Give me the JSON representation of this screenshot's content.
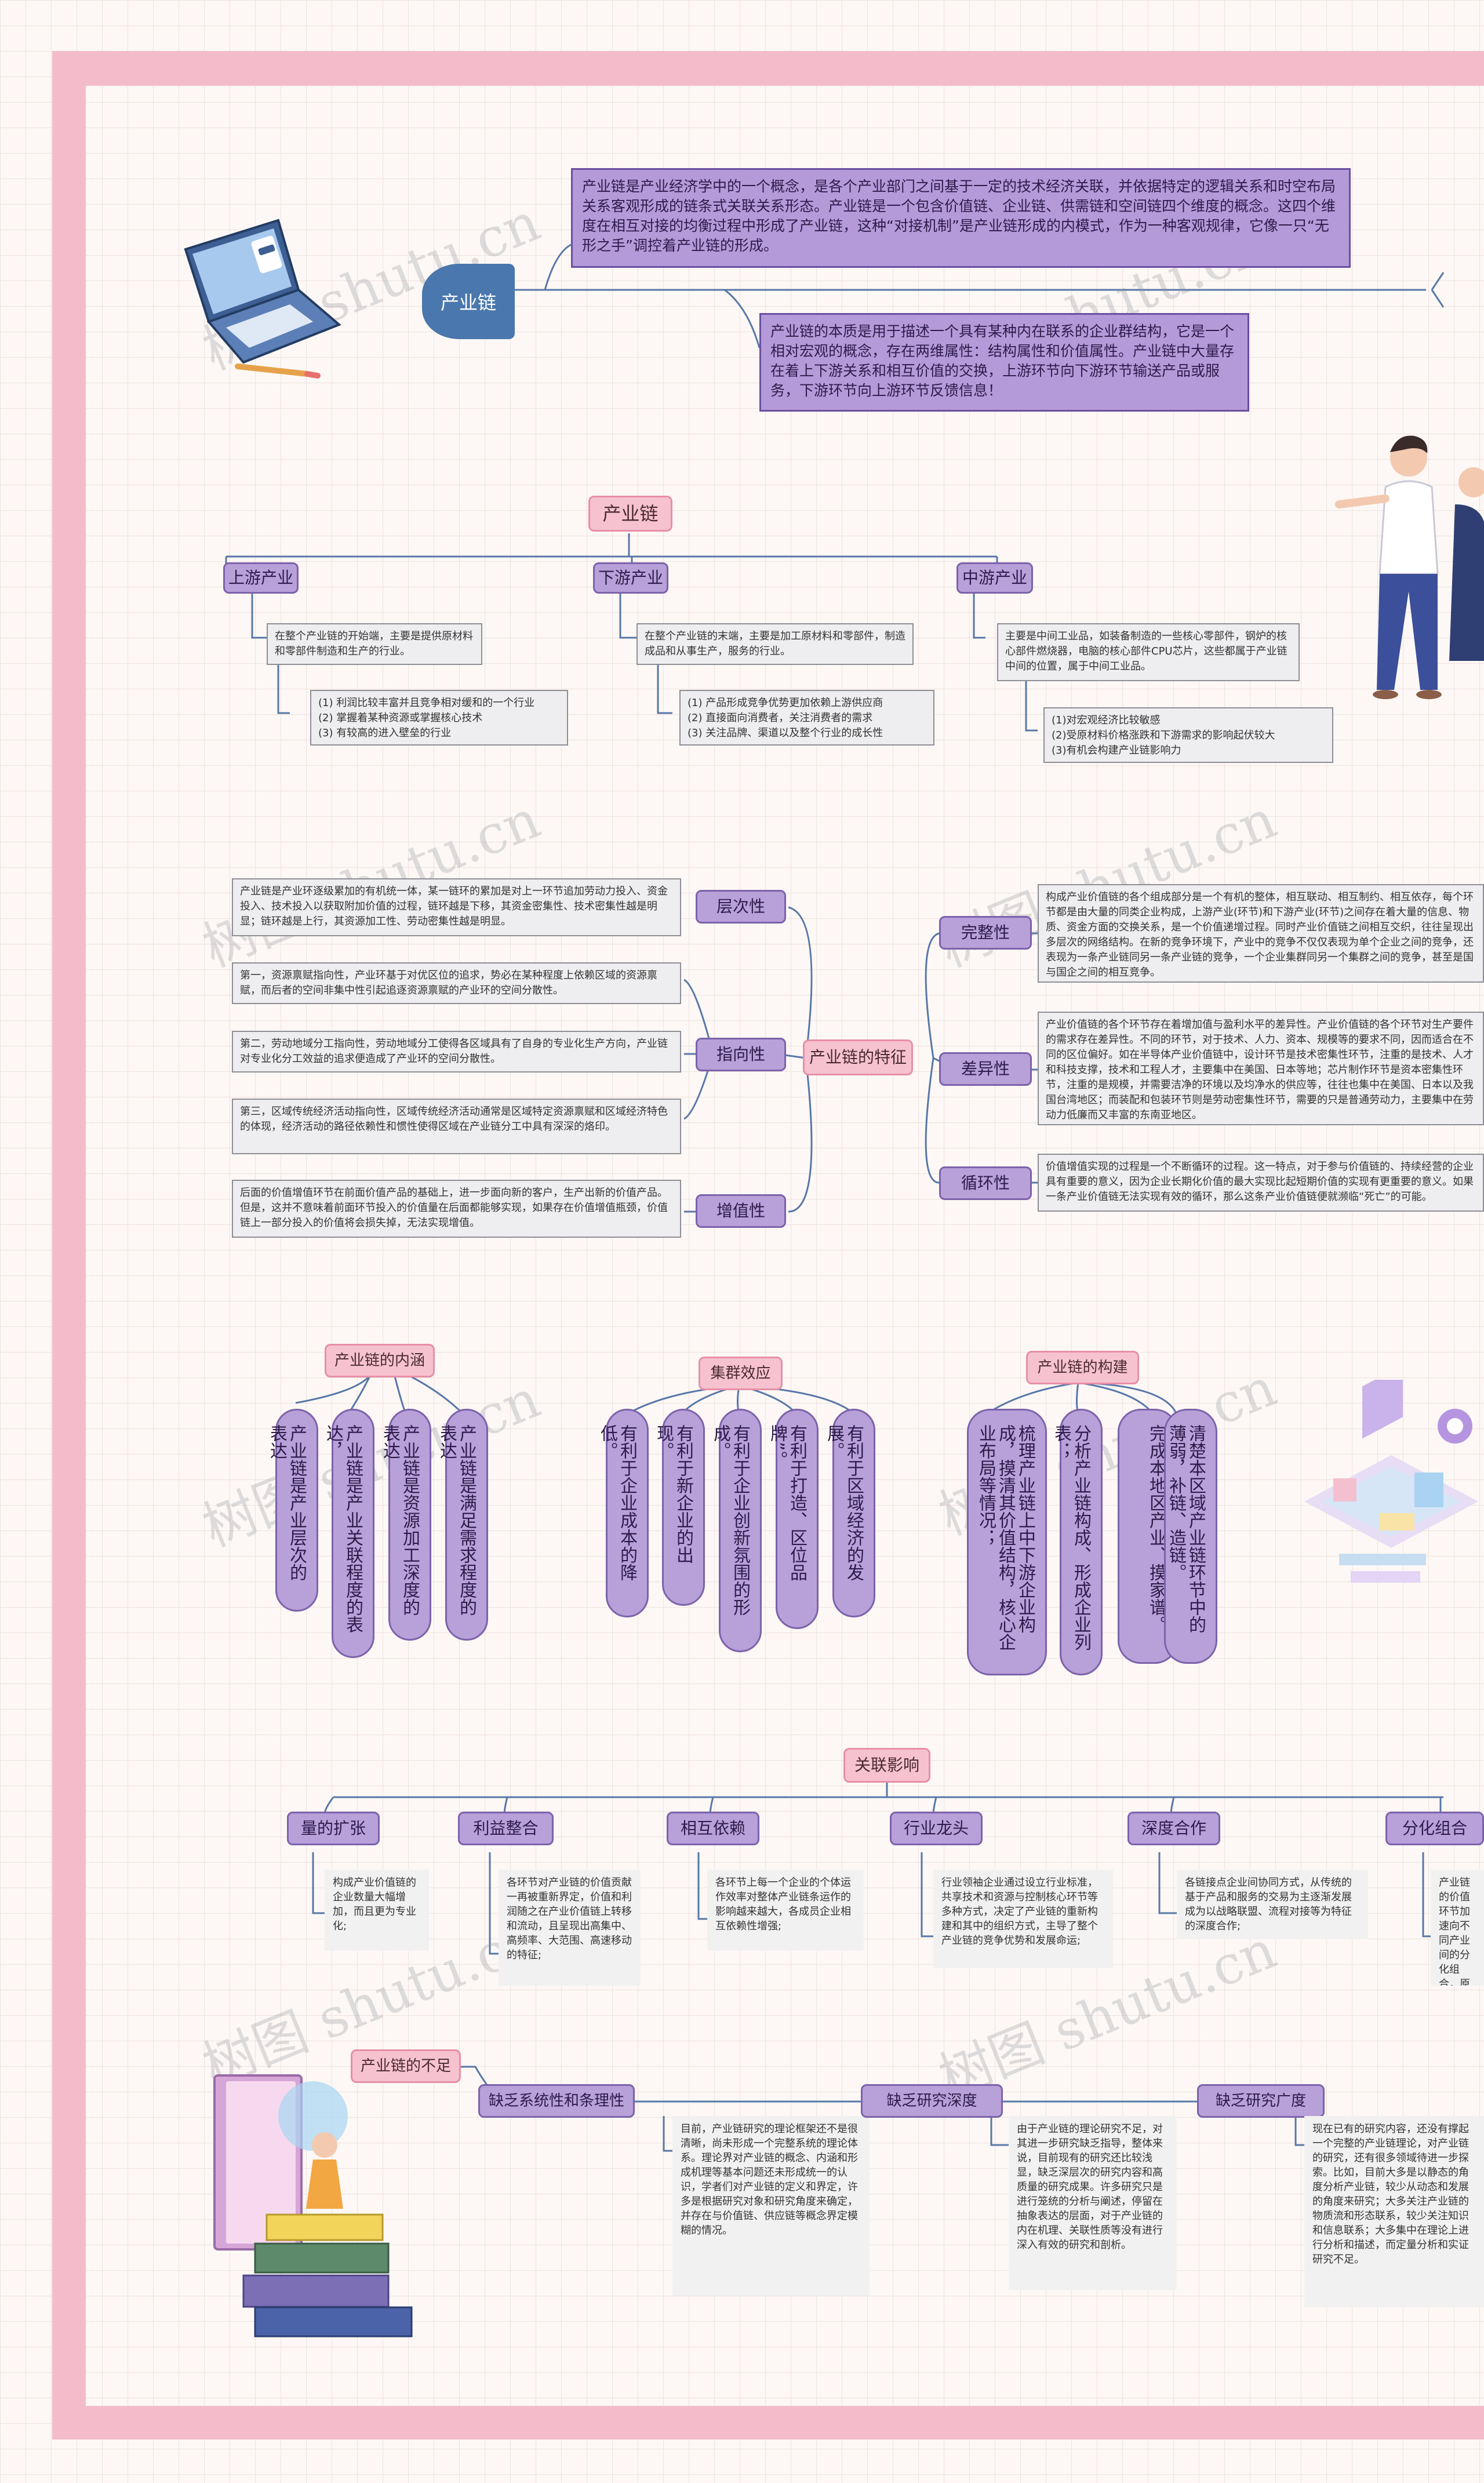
{
  "watermark": "树图 shutu.cn",
  "colors": {
    "frame": "#f4bccb",
    "root": "#4a77ad",
    "purple": "#b59ad9",
    "pink": "#f6c2d0",
    "line": "#5777a8"
  },
  "root": {
    "label": "产业链",
    "desc1": "产业链是产业经济学中的一个概念，是各个产业部门之间基于一定的技术经济关联，并依据特定的逻辑关系和时空布局关系客观形成的链条式关联关系形态。产业链是一个包含价值链、企业链、供需链和空间链四个维度的概念。这四个维度在相互对接的均衡过程中形成了产业链，这种“对接机制”是产业链形成的内模式，作为一种客观规律，它像一只“无形之手”调控着产业链的形成。",
    "desc2": "产业链的本质是用于描述一个具有某种内在联系的企业群结构，它是一个相对宏观的概念，存在两维属性：结构属性和价值属性。产业链中大量存在着上下游关系和相互价值的交换，上游环节向下游环节输送产品或服务，下游环节向上游环节反馈信息！"
  },
  "section1": {
    "title": "产业链",
    "branches": [
      {
        "label": "上游产业",
        "desc": "在整个产业链的开始端，主要是提供原材料和零部件制造和生产的行业。",
        "points": "(1) 利润比较丰富并且竞争相对缓和的一个行业\n(2) 掌握着某种资源或掌握核心技术\n(3) 有较高的进入壁垒的行业"
      },
      {
        "label": "下游产业",
        "desc": "在整个产业链的末端，主要是加工原材料和零部件，制造成品和从事生产，服务的行业。",
        "points": "(1) 产品形成竞争优势更加依赖上游供应商\n(2) 直接面向消费者，关注消费者的需求\n(3) 关注品牌、渠道以及整个行业的成长性"
      },
      {
        "label": "中游产业",
        "desc": "主要是中间工业品，如装备制造的一些核心零部件，钢炉的核心部件燃烧器，电脑的核心部件CPU芯片，这些都属于产业链中间的位置，属于中间工业品。",
        "points": "(1)对宏观经济比较敏感\n(2)受原材料价格涨跌和下游需求的影响起伏较大\n(3)有机会构建产业链影响力"
      }
    ]
  },
  "section2": {
    "center": "产业链的特征",
    "left": [
      {
        "label": "层次性",
        "notes": [
          "产业链是产业环逐级累加的有机统一体，某一链环的累加是对上一环节追加劳动力投入、资金投入、技术投入以获取附加价值的过程，链环越是下移，其资金密集性、技术密集性越是明显；链环越是上行，其资源加工性、劳动密集性越是明显。"
        ]
      },
      {
        "label": "指向性",
        "notes": [
          "第一，资源禀赋指向性，产业环基于对优区位的追求，势必在某种程度上依赖区域的资源禀赋，而后者的空间非集中性引起追逐资源禀赋的产业环的空间分散性。",
          "第二，劳动地域分工指向性，劳动地域分工使得各区域具有了自身的专业化生产方向，产业链对专业化分工效益的追求便造成了产业环的空间分散性。",
          "第三，区域传统经济活动指向性，区域传统经济活动通常是区域特定资源禀赋和区域经济特色的体现，经济活动的路径依赖性和惯性使得区域在产业链分工中具有深深的烙印。"
        ]
      },
      {
        "label": "增值性",
        "notes": [
          "后面的价值增值环节在前面价值产品的基础上，进一步面向新的客户，生产出新的价值产品。但是，这并不意味着前面环节投入的价值量在后面都能够实现，如果存在价值增值瓶颈，价值链上一部分投入的价值将会损失掉，无法实现增值。"
        ]
      }
    ],
    "right": [
      {
        "label": "完整性",
        "note": "构成产业价值链的各个组成部分是一个有机的整体，相互联动、相互制约、相互依存，每个环节都是由大量的同类企业构成，上游产业(环节)和下游产业(环节)之间存在着大量的信息、物质、资金方面的交换关系，是一个价值递增过程。同时产业价值链之间相互交织，往往呈现出多层次的网络结构。在新的竞争环境下，产业中的竞争不仅仅表现为单个企业之间的竞争，还表现为一条产业链同另一条产业链的竞争，一个企业集群同另一个集群之间的竞争，甚至是国与国企之间的相互竞争。"
      },
      {
        "label": "差异性",
        "note": "产业价值链的各个环节存在着增加值与盈利水平的差异性。产业价值链的各个环节对生产要件的需求存在差异性。不同的环节，对于技术、人力、资本、规模等的要求不同，因而适合在不同的区位偏好。如在半导体产业价值链中，设计环节是技术密集性环节，注重的是技术、人才和科技支撑，技术和工程人才，主要集中在美国、日本等地；芯片制作环节是资本密集性环节，注重的是规模，并需要洁净的环境以及均净水的供应等，往往也集中在美国、日本以及我国台湾地区；而装配和包装环节则是劳动密集性环节，需要的只是普通劳动力，主要集中在劳动力低廉而又丰富的东南亚地区。"
      },
      {
        "label": "循环性",
        "note": "价值增值实现的过程是一个不断循环的过程。这一特点，对于参与价值链的、持续经营的企业具有重要的意义，因为企业长期化价值的最大实现比起短期价值的实现有更重要的意义。如果一条产业价值链无法实现有效的循环，那么这条产业价值链便就濒临“死亡”的可能。"
      }
    ]
  },
  "section3": {
    "groups": [
      {
        "title": "产业链的内涵",
        "items": [
          "产业链是产业层次的表达",
          "产业链是产业关联程度的表达，",
          "产业链是资源加工深度的表达",
          "产业链是满足需求程度的表达"
        ]
      },
      {
        "title": "集群效应",
        "items": [
          "有利于企业成本的降低。",
          "有利于新企业的出现。",
          "有利于企业创新氛围的形成。",
          "有利于打造、区位品牌”。",
          "有利于区域经济的发展。"
        ]
      },
      {
        "title": "产业链的构建",
        "items": [
          "梳理产业链上中下游企业构成，摸清其价值结构，核心企业布局等情况；",
          "分析产业链构成、形成企业列表；",
          "完成本地区产业、摸家谱。",
          "清楚本区域产业链环节中的薄弱，补链、造链。"
        ]
      }
    ]
  },
  "section4": {
    "title": "关联影响",
    "items": [
      {
        "label": "量的扩张",
        "note": "构成产业价值链的企业数量大幅增加，而且更为专业化;"
      },
      {
        "label": "利益整合",
        "note": "各环节对产业链的价值贡献一再被重新界定，价值和利润随之在产业价值链上转移和流动，且呈现出高集中、高频率、大范围、高速移动的特征;"
      },
      {
        "label": "相互依赖",
        "note": "各环节上每一个企业的个体运作效率对整体产业链条运作的影响越来越大，各成员企业相互依赖性增强;"
      },
      {
        "label": "行业龙头",
        "note": "行业领袖企业通过设立行业标准，共享技术和资源与控制核心环节等多种方式，决定了产业链的重新构建和其中的组织方式，主导了整个产业链的竞争优势和发展命运;"
      },
      {
        "label": "深度合作",
        "note": "各链接点企业间协同方式，从传统的基于产品和服务的交易为主逐渐发展成为以战略联盟、流程对接等为特征的深度合作;"
      },
      {
        "label": "分化组合",
        "note": "产业链的价值环节加速向不同产业间的分化组合，原来看似相互割裂的不同产业间，在某些环节上变得越来越相互关联，从而出现一系列产业间融合、交叉和跨界的现象。"
      }
    ]
  },
  "section5": {
    "title": "产业链的不足",
    "items": [
      {
        "label": "缺乏系统性和条理性",
        "note": "目前，产业链研究的理论框架还不是很清晰，尚未形成一个完整系统的理论体系。理论界对产业链的概念、内涵和形成机理等基本问题还未形成统一的认识，学者们对产业链的定义和界定，许多是根据研究对象和研究角度来确定，并存在与价值链、供应链等概念界定模糊的情况。"
      },
      {
        "label": "缺乏研究深度",
        "note": "由于产业链的理论研究不足，对其进一步研究缺乏指导，整体来说，目前现有的研究还比较浅显，缺乏深层次的研究内容和高质量的研究成果。许多研究只是进行笼统的分析与阐述，停留在抽象表达的层面，对于产业链的内在机理、关联性质等没有进行深入有效的研究和剖析。"
      },
      {
        "label": "缺乏研究广度",
        "note": "现在已有的研究内容，还没有撑起一个完整的产业链理论，对产业链的研究，还有很多领域待进一步探索。比如，目前大多是以静态的角度分析产业链，较少从动态和发展的角度来研究；大多关注产业链的物质流和形态联系，较少关注知识和信息联系；大多集中在理论上进行分析和描述，而定量分析和实证研究不足。"
      }
    ]
  }
}
